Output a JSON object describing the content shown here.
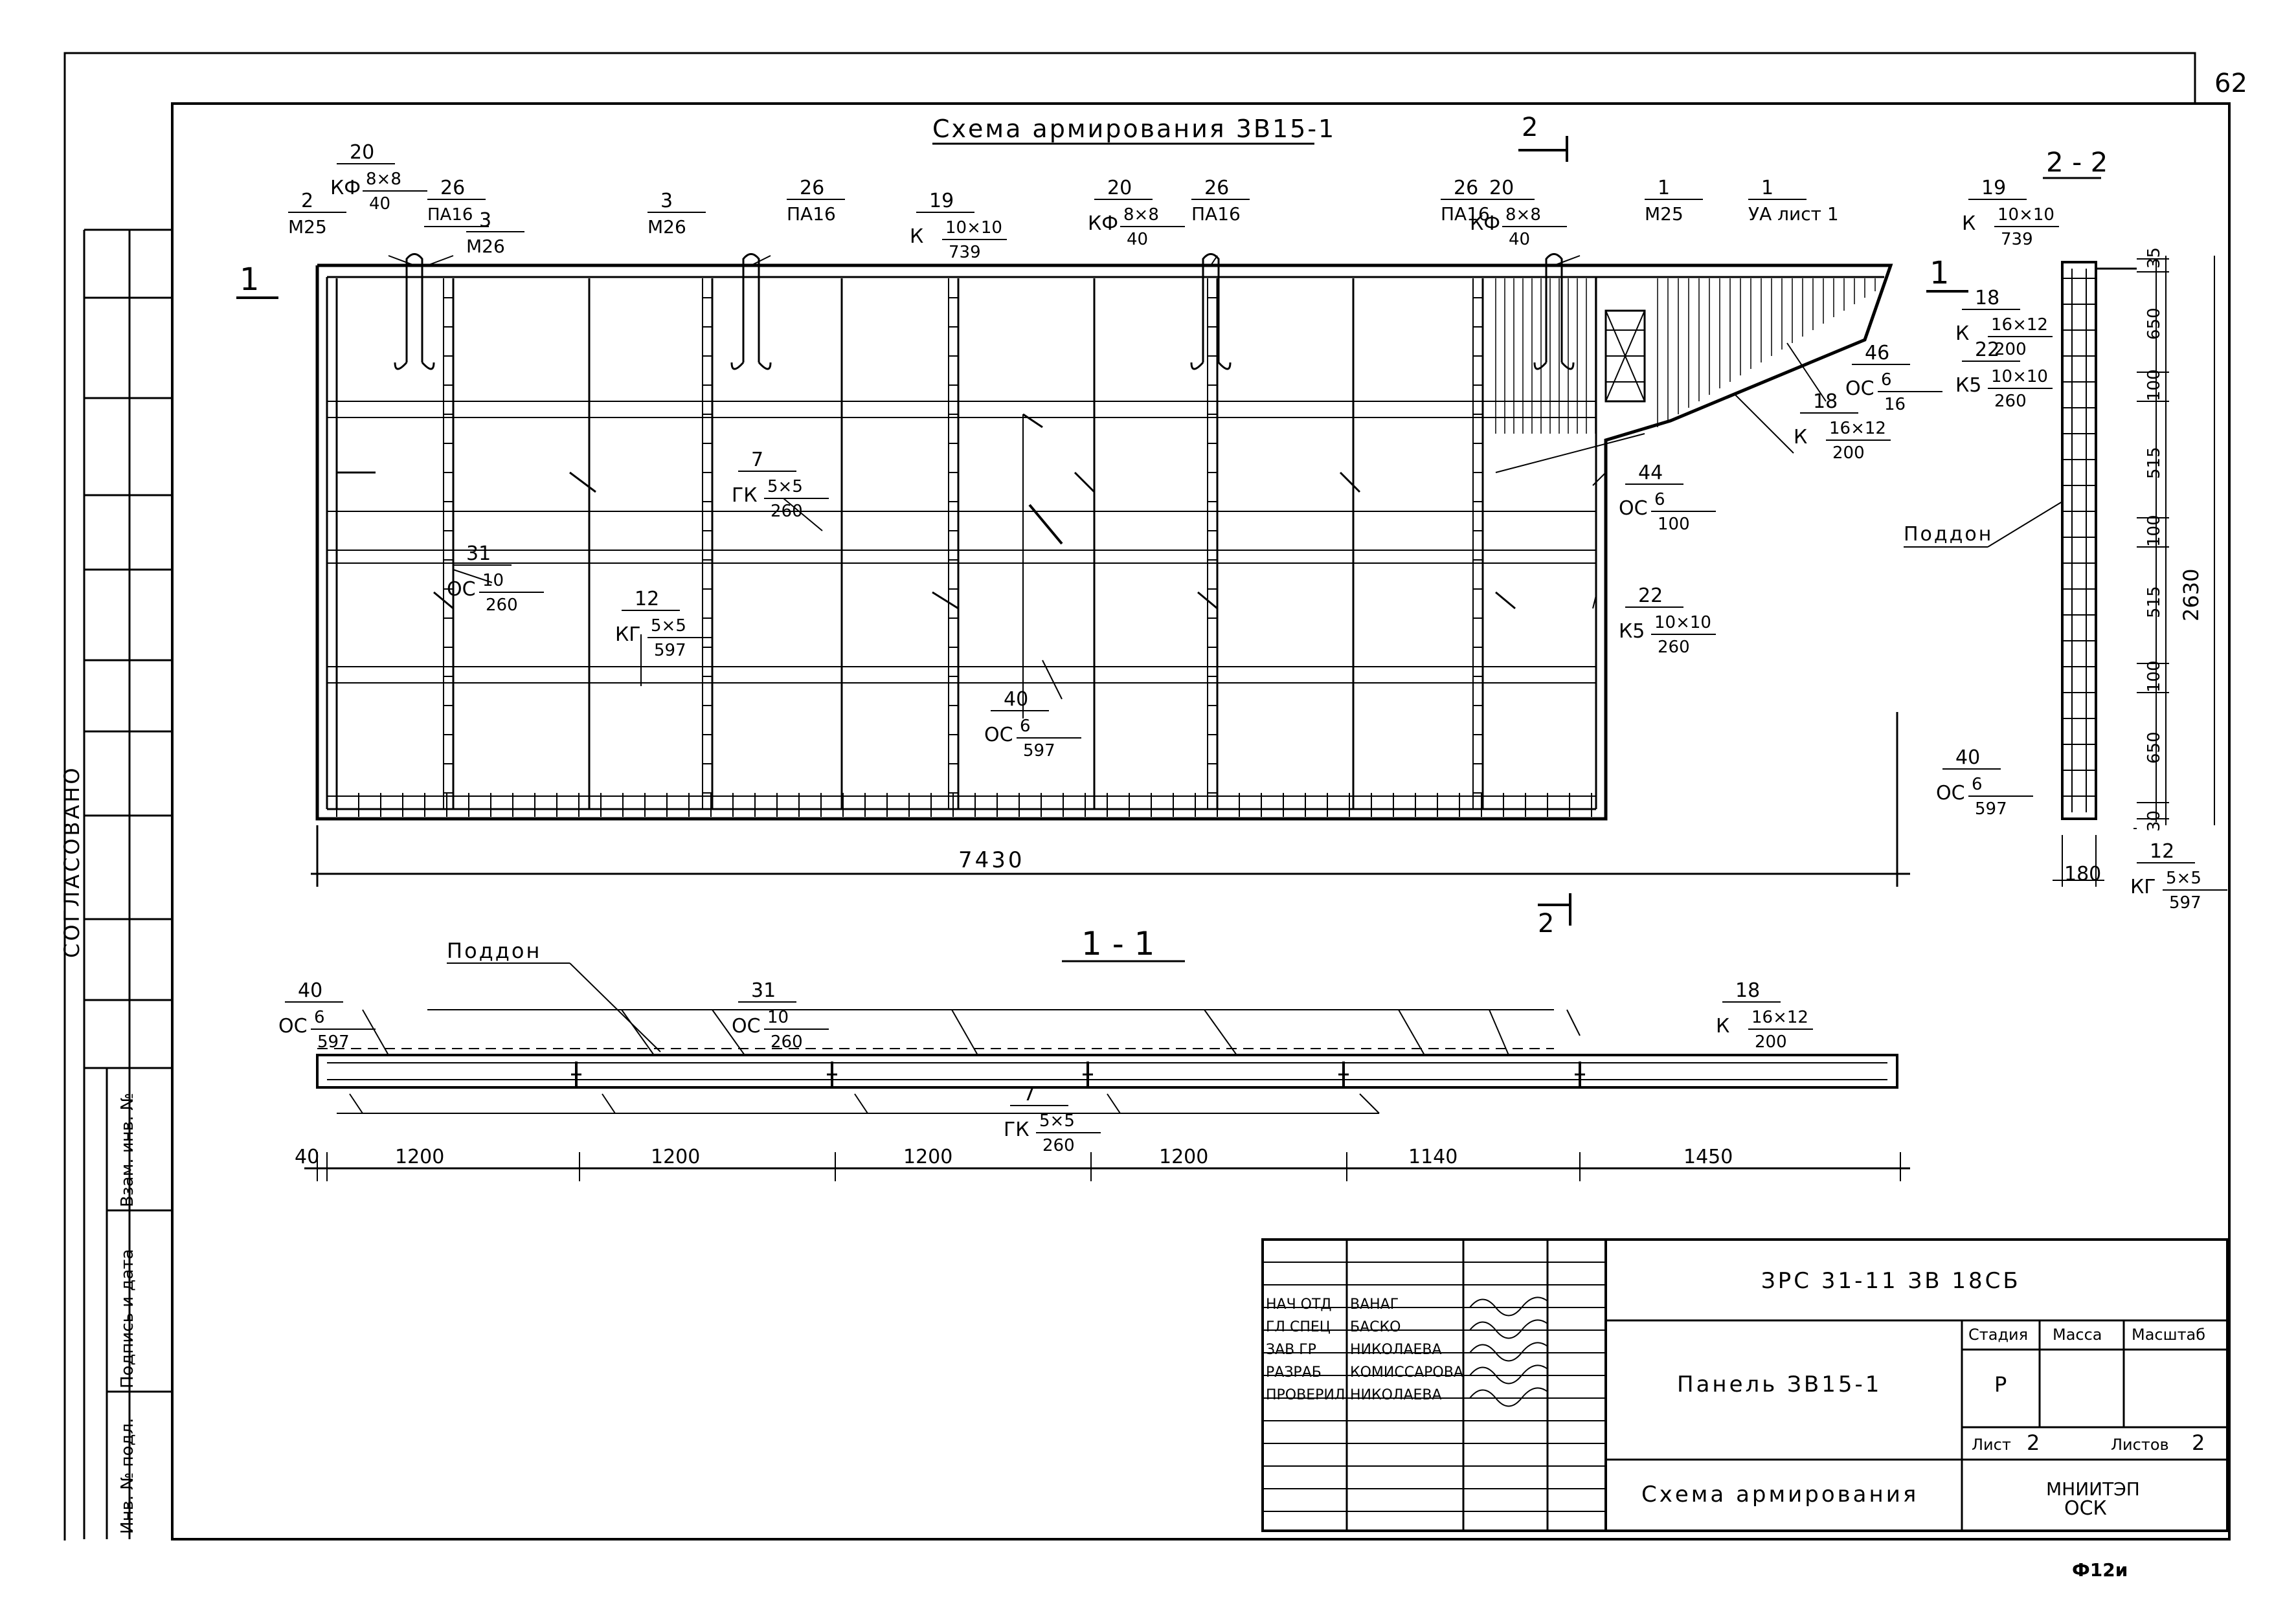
{
  "sheet_number": "62",
  "footer_code": "Ф12и",
  "side_stamp": {
    "agreed": "СОГЛАСОВАНО",
    "fields": [
      "Взам. инв. №",
      "Подпись и дата",
      "Инв. № подл."
    ]
  },
  "main_view": {
    "title": "Схема армирования 3В15-1",
    "section_mark": "1",
    "cut_mark": "2",
    "overall_dim": "7430",
    "labels": [
      {
        "mark": "20",
        "code": "КФ",
        "num": "8×8",
        "den": "40"
      },
      {
        "mark": "26",
        "code": "",
        "num": "ПА16",
        "den": ""
      },
      {
        "mark": "2",
        "code": "",
        "num": "",
        "den": "М25"
      },
      {
        "mark": "3",
        "code": "",
        "num": "",
        "den": "М26"
      },
      {
        "mark": "3",
        "code": "",
        "num": "",
        "den": "М26"
      },
      {
        "mark": "26",
        "code": "",
        "num": "",
        "den": "ПА16"
      },
      {
        "mark": "19",
        "code": "К",
        "num": "10×10",
        "den": "739"
      },
      {
        "mark": "20",
        "code": "КФ",
        "num": "8×8",
        "den": "40"
      },
      {
        "mark": "26",
        "code": "",
        "num": "",
        "den": "ПА16"
      },
      {
        "mark": "26",
        "code": "",
        "num": "",
        "den": "ПА16"
      },
      {
        "mark": "20",
        "code": "КФ",
        "num": "8×8",
        "den": "40"
      },
      {
        "mark": "1",
        "code": "",
        "num": "",
        "den": "М25"
      },
      {
        "mark": "1",
        "code": "",
        "num": "",
        "den": "УА лист 1"
      },
      {
        "mark": "46",
        "code": "ОС",
        "num": "6",
        "den": "16"
      },
      {
        "mark": "18",
        "code": "К",
        "num": "16×12",
        "den": "200"
      },
      {
        "mark": "44",
        "code": "ОС",
        "num": "6",
        "den": "100"
      },
      {
        "mark": "22",
        "code": "К5",
        "num": "10×10",
        "den": "260"
      },
      {
        "mark": "7",
        "code": "ГК",
        "num": "5×5",
        "den": "260"
      },
      {
        "mark": "31",
        "code": "ОС",
        "num": "10",
        "den": "260"
      },
      {
        "mark": "40",
        "code": "ОС",
        "num": "6",
        "den": "597"
      },
      {
        "mark": "12",
        "code": "КГ",
        "num": "5×5",
        "den": "597"
      }
    ]
  },
  "section_11": {
    "title": "1 - 1",
    "pallet": "Поддон",
    "labels": [
      {
        "mark": "40",
        "code": "ОС",
        "num": "6",
        "den": "597"
      },
      {
        "mark": "31",
        "code": "ОС",
        "num": "10",
        "den": "260"
      },
      {
        "mark": "18",
        "code": "К",
        "num": "16×12",
        "den": "200"
      },
      {
        "mark": "7",
        "code": "ГК",
        "num": "5×5",
        "den": "260"
      }
    ],
    "dims": [
      "40",
      "1200",
      "1200",
      "1200",
      "1200",
      "1140",
      "1450"
    ]
  },
  "section_22": {
    "title": "2 - 2",
    "pallet": "Поддон",
    "labels": [
      {
        "mark": "19",
        "code": "К",
        "num": "10×10",
        "den": "739"
      },
      {
        "mark": "18",
        "code": "К",
        "num": "16×12",
        "den": "200"
      },
      {
        "mark": "22",
        "code": "К5",
        "num": "10×10",
        "den": "260"
      },
      {
        "mark": "40",
        "code": "ОС",
        "num": "6",
        "den": "597"
      },
      {
        "mark": "12",
        "code": "КГ",
        "num": "5×5",
        "den": "597"
      }
    ],
    "dims_vertical": [
      "35",
      "650",
      "100",
      "515",
      "100",
      "515",
      "100",
      "650",
      "30"
    ],
    "dim_total": "2630",
    "dim_width": "180"
  },
  "title_block": {
    "code": "ЗРС 31-11 ЗВ 18СБ",
    "name": "Панель ЗВ15-1",
    "subtitle": "Схема армирования",
    "org": [
      "МНИИТЭП",
      "ОСК"
    ],
    "stage_header": "Стадия",
    "mass_header": "Масса",
    "scale_header": "Масштаб",
    "stage": "Р",
    "sheet_label": "Лист",
    "sheet": "2",
    "sheets_label": "Листов",
    "sheets": "2",
    "roles": [
      "НАЧ ОТД",
      "ГЛ СПЕЦ",
      "ЗАВ ГР",
      "РАЗРАБ",
      "ПРОВЕРИЛ"
    ],
    "names": [
      "ВАНАГ",
      "БАСКО",
      "НИКОЛАЕВА",
      "КОМИССАРОВА",
      "НИКОЛАЕВА"
    ]
  }
}
